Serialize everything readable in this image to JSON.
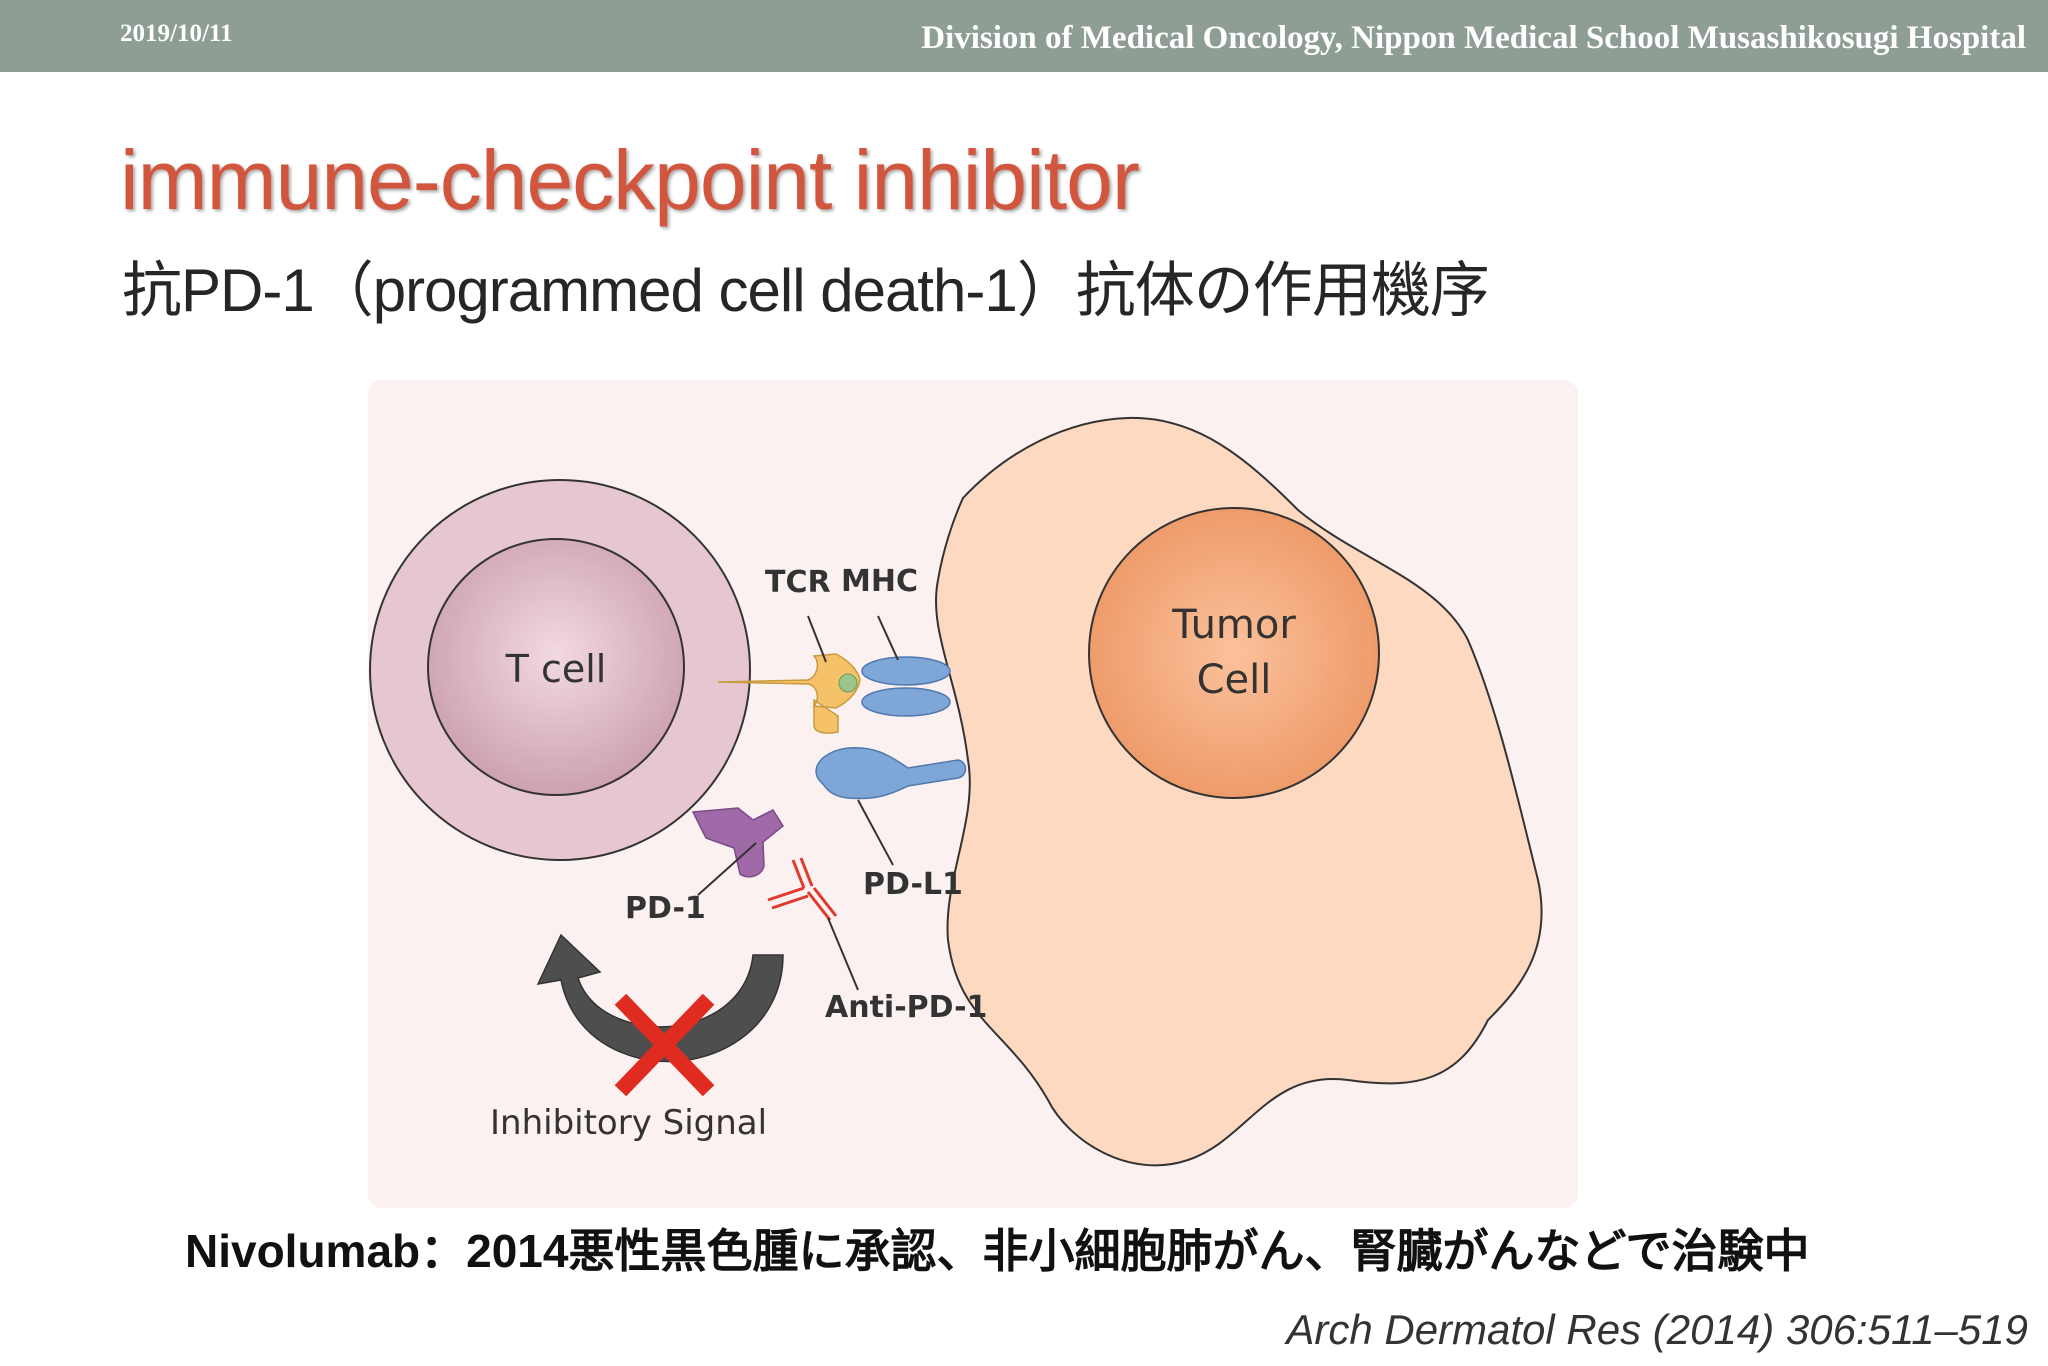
{
  "header": {
    "date": "2019/10/11",
    "organization": "Division of Medical Oncology, Nippon Medical School Musashikosugi Hospital"
  },
  "slide": {
    "title": "immune-checkpoint inhibitor",
    "subtitle": "抗PD-1（programmed cell death-1）抗体の作用機序"
  },
  "diagram": {
    "t_cell": "T cell",
    "tumor_cell_line1": "Tumor",
    "tumor_cell_line2": "Cell",
    "tcr": "TCR",
    "mhc": "MHC",
    "pd1": "PD-1",
    "pdl1": "PD-L1",
    "anti_pd1": "Anti-PD-1",
    "inhibitory_signal": "Inhibitory Signal",
    "colors": {
      "background": "#fcf1f1",
      "t_cell_outer": "#e6c7d1",
      "t_cell_inner": "#c99cad",
      "tumor_cytoplasm": "#fcd9c0",
      "tumor_nucleus": "#ef9b68",
      "tcr": "#f5c26a",
      "mhc": "#7ea7d8",
      "pd1": "#a06aa8",
      "antibody": "#e03a2f",
      "arrow": "#4e4e4e",
      "cross": "#e02b20"
    }
  },
  "footer": {
    "note": "Nivolumab：2014悪性黒色腫に承認、非小細胞肺がん、腎臓がんなどで治験中",
    "citation": "Arch Dermatol Res (2014) 306:511–519"
  }
}
